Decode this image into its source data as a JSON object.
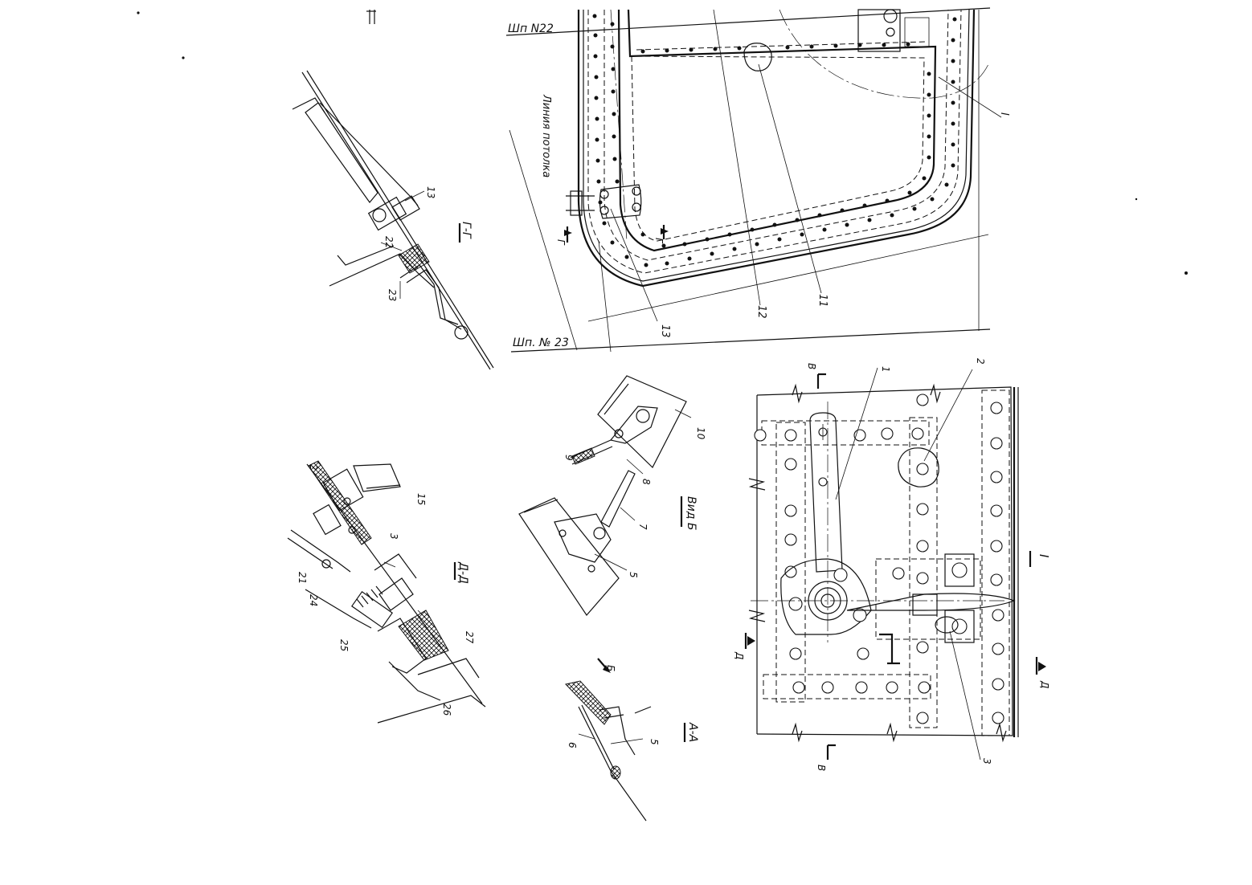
{
  "labels": {
    "frame_22": "Шп N22",
    "frame_23": "Шп. № 23",
    "ceiling_line": "Линия потолка",
    "section_g": "Г-Г",
    "section_d": "Д-Д",
    "section_a": "А-А",
    "view_b": "Вид Б",
    "detail_1": "I",
    "cut_g": "Г",
    "cut_d": "Д",
    "cut_v": "В",
    "arrow_b": "Б"
  },
  "callouts": {
    "c1": "1",
    "c2": "2",
    "c3": "3",
    "c5": "5",
    "c6": "6",
    "c7": "7",
    "c8": "8",
    "c9": "9",
    "c10": "10",
    "c11": "11",
    "c12": "12",
    "c13": "13",
    "c15": "15",
    "c21": "21",
    "c22": "22",
    "c23": "23",
    "c24": "24",
    "c25": "25",
    "c26": "26",
    "c27": "27"
  }
}
